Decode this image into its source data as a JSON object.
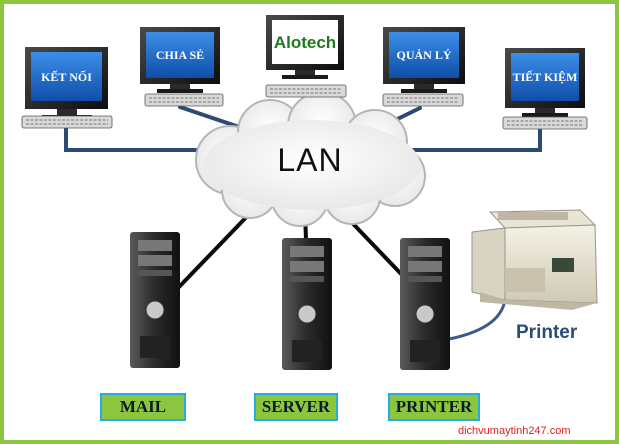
{
  "diagram": {
    "center_label": "LAN",
    "computers": [
      {
        "label": "KẾT NỐI"
      },
      {
        "label": "CHIA SẺ"
      },
      {
        "label": "Alotech"
      },
      {
        "label": "QUẢN LÝ"
      },
      {
        "label": "TIẾT KIỆM"
      }
    ],
    "servers": [
      {
        "label": "MAIL"
      },
      {
        "label": "SERVER"
      },
      {
        "label": "PRINTER"
      }
    ],
    "printer_label": "Printer",
    "watermark": "dichvumaytinh247.com"
  },
  "colors": {
    "frame": "#8cc63f",
    "label_fill": "#8cc63f",
    "label_border": "#29abe2",
    "screen_blue": "#1b66c9",
    "network_line": "#2d4a73",
    "watermark": "#e0201c"
  },
  "icons": [
    "desktop-computer-icon",
    "keyboard-icon",
    "cloud-icon",
    "tower-server-icon",
    "laser-printer-icon"
  ]
}
